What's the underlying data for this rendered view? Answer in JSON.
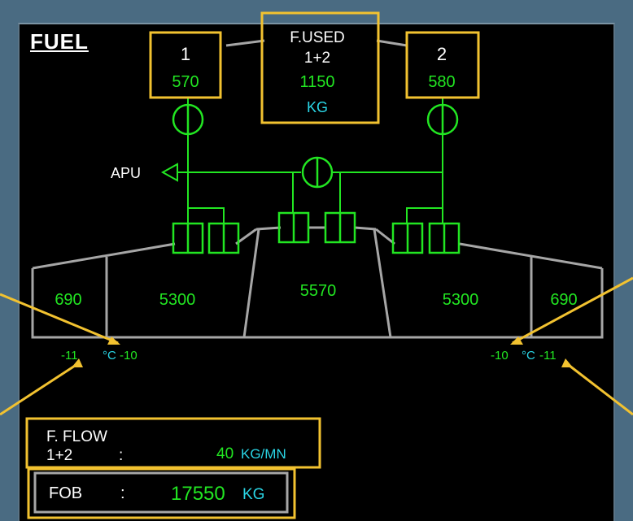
{
  "page_title": "FUEL",
  "engine_1": {
    "label": "1",
    "fuel_used": "570"
  },
  "engine_2": {
    "label": "2",
    "fuel_used": "580"
  },
  "fuel_used_total": {
    "label_line1": "F.USED",
    "label_line2": "1+2",
    "value": "1150",
    "unit": "KG"
  },
  "apu": {
    "label": "APU"
  },
  "tanks": {
    "left_outer": "690",
    "left_inner": "5300",
    "center": "5570",
    "right_inner": "5300",
    "right_outer": "690"
  },
  "temperatures": {
    "left_outer": "-11",
    "left_unit": "°C",
    "left_inner": "-10",
    "right_inner": "-10",
    "right_unit": "°C",
    "right_outer": "-11"
  },
  "fuel_flow": {
    "label_line1": "F. FLOW",
    "label_line2": "1+2",
    "separator": ":",
    "value": "40",
    "unit": "KG/MN"
  },
  "fob": {
    "label": "FOB",
    "separator": ":",
    "value": "17550",
    "unit": "KG"
  },
  "colors": {
    "advisory_green": "#22e622",
    "unit_cyan": "#2ad6e6",
    "highlight_yellow": "#f2c230",
    "line_grey": "#a6a6a6"
  }
}
